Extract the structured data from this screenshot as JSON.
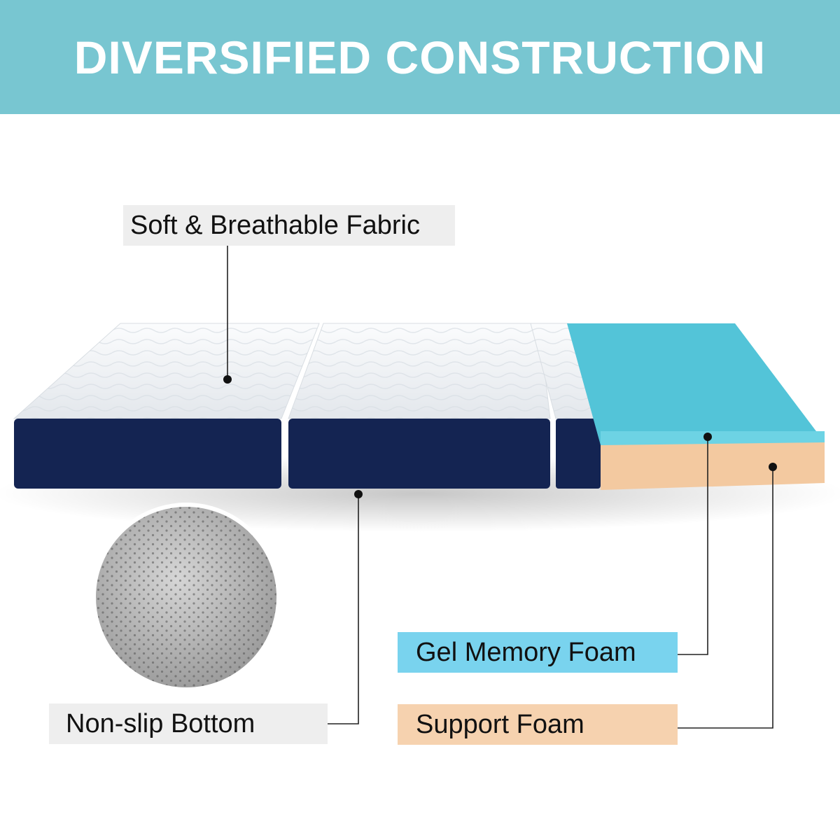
{
  "header": {
    "title": "DIVERSIFIED CONSTRUCTION"
  },
  "callouts": {
    "fabric": "Soft & Breathable Fabric",
    "nonslip": "Non-slip Bottom",
    "gel": "Gel Memory Foam",
    "support": "Support Foam"
  },
  "colors": {
    "banner": "#78c6d1",
    "cover_top": "#f2f4f6",
    "cover_side": "#142452",
    "gel_foam": "#53c4d8",
    "support_foam": "#f3c9a0",
    "gel_label_bg": "#79d3ee",
    "support_label_bg": "#f6d2af",
    "neutral_label_bg": "#eeeeee"
  }
}
